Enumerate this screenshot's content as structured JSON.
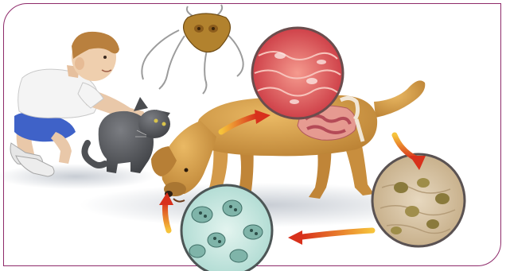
{
  "illustration": {
    "subjects": [
      "boy",
      "cat",
      "dog",
      "giardia-trophozoite"
    ],
    "stages": [
      "trophozoite",
      "intestinal-lining",
      "intestines",
      "cysts-in-feces",
      "cysts-on-ground"
    ],
    "colors": {
      "frame": "#8e2a6a",
      "arrow_start": "#f6c33b",
      "arrow_end": "#d8311c",
      "dog_fur": "#d7a04c",
      "cat_fur": "#5e6064",
      "shirt": "#f4f4f4",
      "shorts": "#3f62c8",
      "tissue": "#e04a4f",
      "cyst_fluid": "#bfe3dc",
      "feces": "#d6c3a4"
    }
  }
}
